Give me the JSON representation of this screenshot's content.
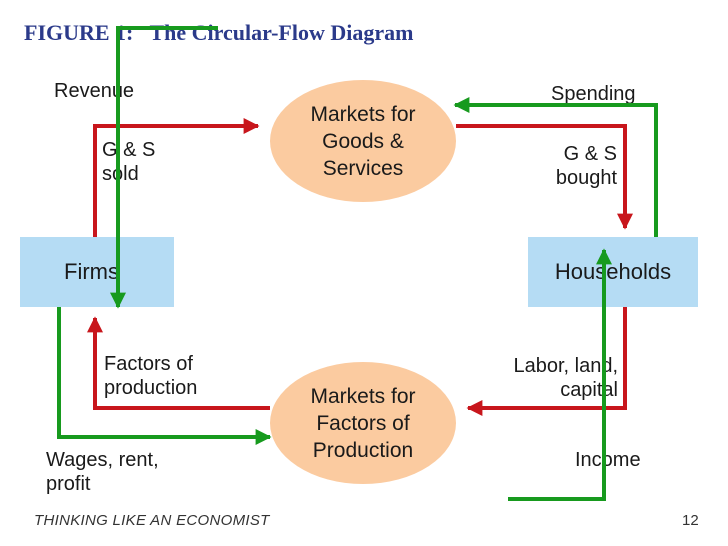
{
  "title": {
    "figure_label": "FIGURE 1:",
    "text": "The Circular-Flow Diagram"
  },
  "nodes": {
    "firms": "Firms",
    "households": "Households",
    "goods_market": "Markets for\nGoods &\nServices",
    "factors_market": "Markets for\nFactors of\nProduction"
  },
  "flow_labels": {
    "revenue": "Revenue",
    "gs_sold": "G & S\nsold",
    "spending": "Spending",
    "gs_bought": "G & S\nbought",
    "factors_of_production": "Factors of\nproduction",
    "labor_land_capital": "Labor, land,\ncapital",
    "wages_rent_profit": "Wages, rent,\nprofit",
    "income": "Income"
  },
  "legend_colors": {
    "goods_and_factors_flow": "#c8161c",
    "money_flow": "#179a1e"
  },
  "footer": {
    "book": "THINKING LIKE AN ECONOMIST",
    "page": "12"
  }
}
